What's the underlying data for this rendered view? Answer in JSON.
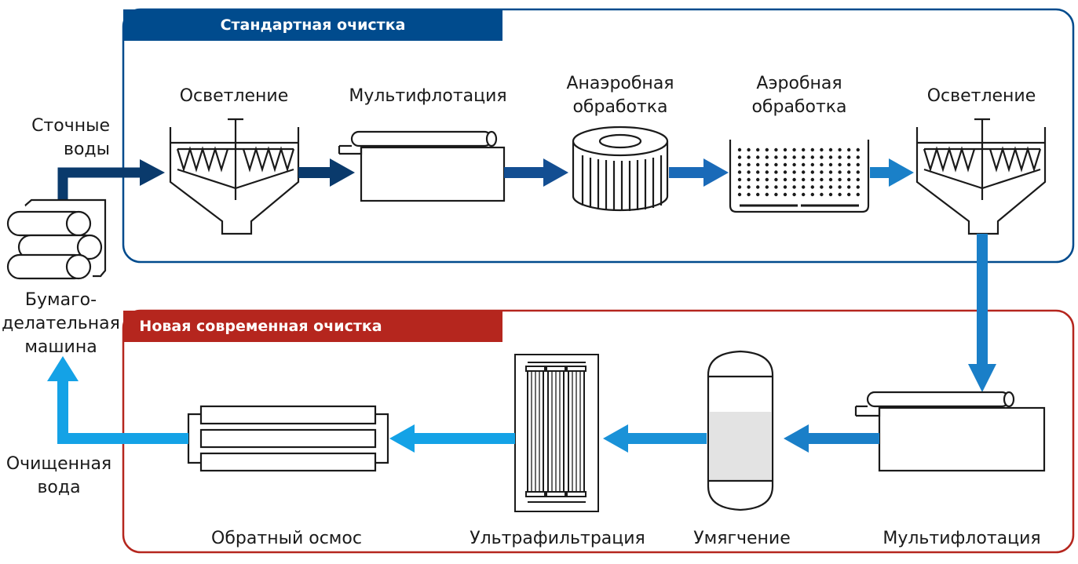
{
  "colors": {
    "standard_blue": "#004b8d",
    "modern_red": "#b5261e",
    "arrow_navy": "#0a3a6c",
    "arrow_mid": "#1463b0",
    "arrow_bright": "#1a7fc8",
    "arrow_light": "#14a2e6",
    "ink": "#1a1a1a"
  },
  "sections": {
    "standard": "Стандартная очистка",
    "modern": "Новая современная очистка"
  },
  "inputs": {
    "wastewater": [
      "Сточные",
      "воды"
    ],
    "paper_machine": [
      "Бумаго-",
      "делательная",
      "машина"
    ],
    "clean_water": [
      "Очищенная",
      "вода"
    ]
  },
  "standard_steps": [
    {
      "label": [
        "Осветление"
      ],
      "icon": "clarifier-icon"
    },
    {
      "label": [
        "Мультифлотация"
      ],
      "icon": "flotation-tank-icon"
    },
    {
      "label": [
        "Анаэробная",
        "обработка"
      ],
      "icon": "anaerobic-reactor-icon"
    },
    {
      "label": [
        "Аэробная",
        "обработка"
      ],
      "icon": "aeration-basin-icon"
    },
    {
      "label": [
        "Осветление"
      ],
      "icon": "clarifier-icon"
    }
  ],
  "modern_steps": [
    {
      "label": "Мультифлотация",
      "icon": "flotation-tank-icon"
    },
    {
      "label": "Умягчение",
      "icon": "softener-vessel-icon"
    },
    {
      "label": "Ультрафильтрация",
      "icon": "ultrafiltration-module-icon"
    },
    {
      "label": "Обратный осмос",
      "icon": "reverse-osmosis-icon"
    }
  ]
}
